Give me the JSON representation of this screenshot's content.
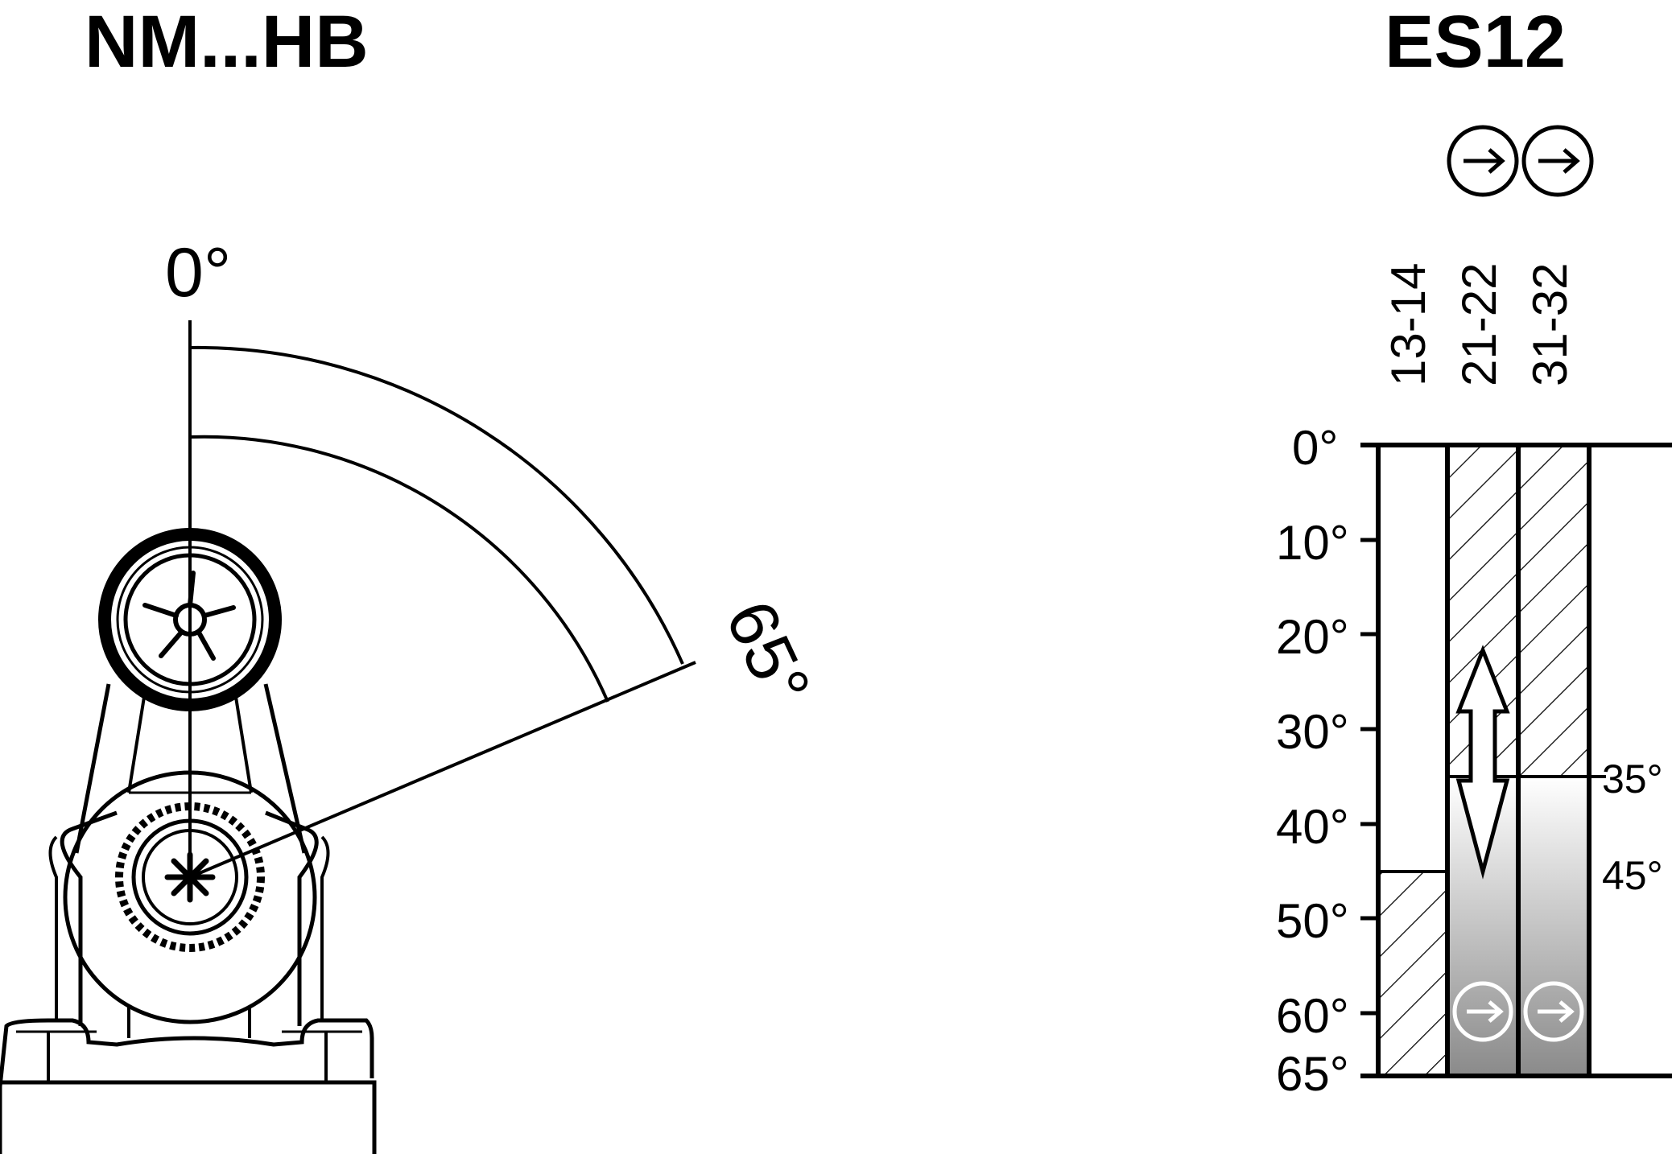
{
  "device_label": "NM...HB",
  "switch_label": "ES12",
  "lever": {
    "start_angle_label": "0°",
    "end_angle_label": "65°",
    "icons": [
      "roller-icon",
      "lever-arm-icon",
      "splined-shaft-icon",
      "housing-icon"
    ]
  },
  "diagram": {
    "header_symbols": [
      "positive-opening-icon",
      "positive-opening-icon"
    ],
    "contacts": [
      {
        "label": "13-14",
        "pattern": "hatched",
        "hatch_from_deg": 45,
        "hatch_to_deg": 65
      },
      {
        "label": "21-22",
        "pattern": "hatched",
        "hatch_from_deg": 0,
        "hatch_to_deg": 35
      },
      {
        "label": "31-32",
        "pattern": "hatched",
        "hatch_from_deg": 0,
        "hatch_to_deg": 35
      }
    ],
    "scale_labels": [
      "0°",
      "10°",
      "20°",
      "30°",
      "40°",
      "50°",
      "60°",
      "65°"
    ],
    "scale_values": [
      0,
      10,
      20,
      30,
      40,
      50,
      60,
      65
    ],
    "markers": [
      {
        "value": 35,
        "label": "35°"
      },
      {
        "value": 45,
        "label": "45°"
      }
    ],
    "gradient_colors": {
      "start": "#ffffff",
      "end": "#8a8a8a"
    },
    "arrow_icon": "double-arrow-icon"
  }
}
